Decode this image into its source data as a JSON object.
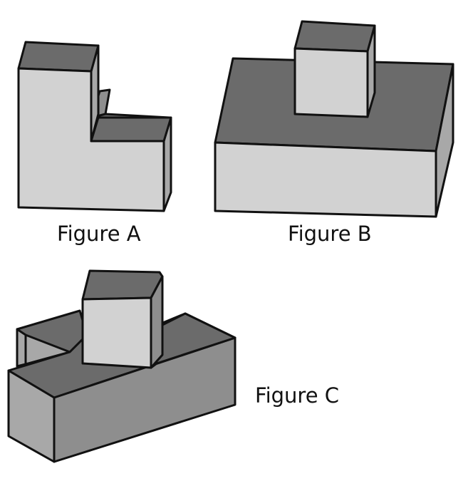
{
  "figures": [
    {
      "label": "Figure A"
    },
    {
      "label": "Figure B"
    },
    {
      "label": "Figure C"
    }
  ],
  "colors": {
    "top_face": "#6b6b6b",
    "front_face": "#d2d2d2",
    "side_face": "#a8a8a8",
    "mid_face": "#8e8e8e",
    "edge": "#111111"
  }
}
